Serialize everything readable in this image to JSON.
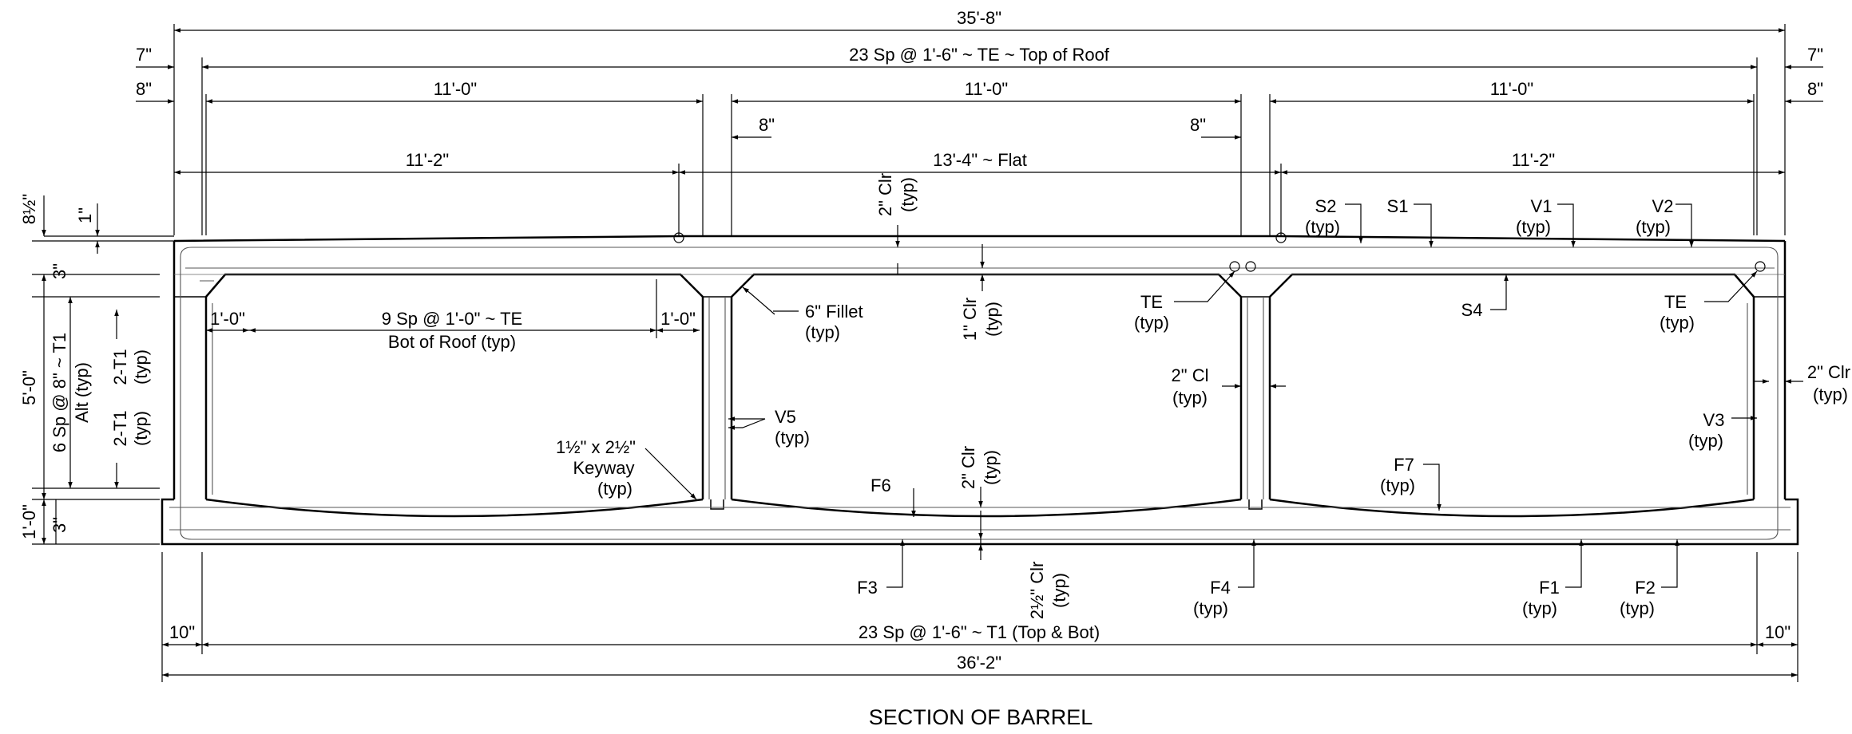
{
  "title": "SECTION OF BARREL",
  "dims": {
    "overall_top": "35'-8\"",
    "top_of_roof": "23 Sp @ 1'-6\" ~ TE ~ Top of Roof",
    "left_7": "7\"",
    "right_7": "7\"",
    "left_8": "8\"",
    "right_8": "8\"",
    "cell_1": "11'-0\"",
    "cell_2": "11'-0\"",
    "cell_3": "11'-0\"",
    "mid_8_left": "8\"",
    "mid_8_right": "8\"",
    "left_112": "11'-2\"",
    "flat": "13'-4\" ~ Flat",
    "right_112": "11'-2\"",
    "height_8half": "8½\"",
    "one_inch": "1\"",
    "three_top": "3\"",
    "five_ft": "5'-0\"",
    "one_ft": "1'-0\"",
    "three_bot": "3\"",
    "six_sp": "6 Sp @ 8\" ~ T1",
    "alt_typ": "Alt (typ)",
    "two_t1_a": "2-T1",
    "typ_a": "(typ)",
    "two_t1_b": "2-T1",
    "typ_b": "(typ)",
    "bot_left_10": "10\"",
    "bot_right_10": "10\"",
    "bot_spacing": "23 Sp @ 1'-6\" ~ T1 (Top & Bot)",
    "overall_bot": "36'-2\"",
    "roof_bot_left": "1'-0\"",
    "roof_bot_spacing": "9 Sp @ 1'-0\" ~ TE",
    "roof_bot_label": "Bot of Roof (typ)",
    "roof_bot_right": "1'-0\""
  },
  "labels": {
    "clr_top": "2\" Clr",
    "clr_top_typ": "(typ)",
    "clr_1": "1\" Clr",
    "clr_1_typ": "(typ)",
    "clr_2_floor": "2\" Clr",
    "clr_2_floor_typ": "(typ)",
    "clr_25": "2½\" Clr",
    "clr_25_typ": "(typ)",
    "fillet": "6\" Fillet",
    "fillet_typ": "(typ)",
    "v5": "V5",
    "v5_typ": "(typ)",
    "keyway_1": "1½\" x 2½\"",
    "keyway_2": "Keyway",
    "keyway_typ": "(typ)",
    "f6": "F6",
    "te_mid": "TE",
    "te_mid_typ": "(typ)",
    "cl_2": "2\" Cl",
    "cl_2_typ": "(typ)",
    "s2": "S2",
    "s2_typ": "(typ)",
    "s1": "S1",
    "v1": "V1",
    "v1_typ": "(typ)",
    "v2": "V2",
    "v2_typ": "(typ)",
    "s4": "S4",
    "te_right": "TE",
    "te_right_typ": "(typ)",
    "clr_right": "2\" Clr",
    "clr_right_typ": "(typ)",
    "v3": "V3",
    "v3_typ": "(typ)",
    "f7": "F7",
    "f7_typ": "(typ)",
    "f3": "F3",
    "f4": "F4",
    "f4_typ": "(typ)",
    "f1": "F1",
    "f1_typ": "(typ)",
    "f2": "F2",
    "f2_typ": "(typ)"
  }
}
